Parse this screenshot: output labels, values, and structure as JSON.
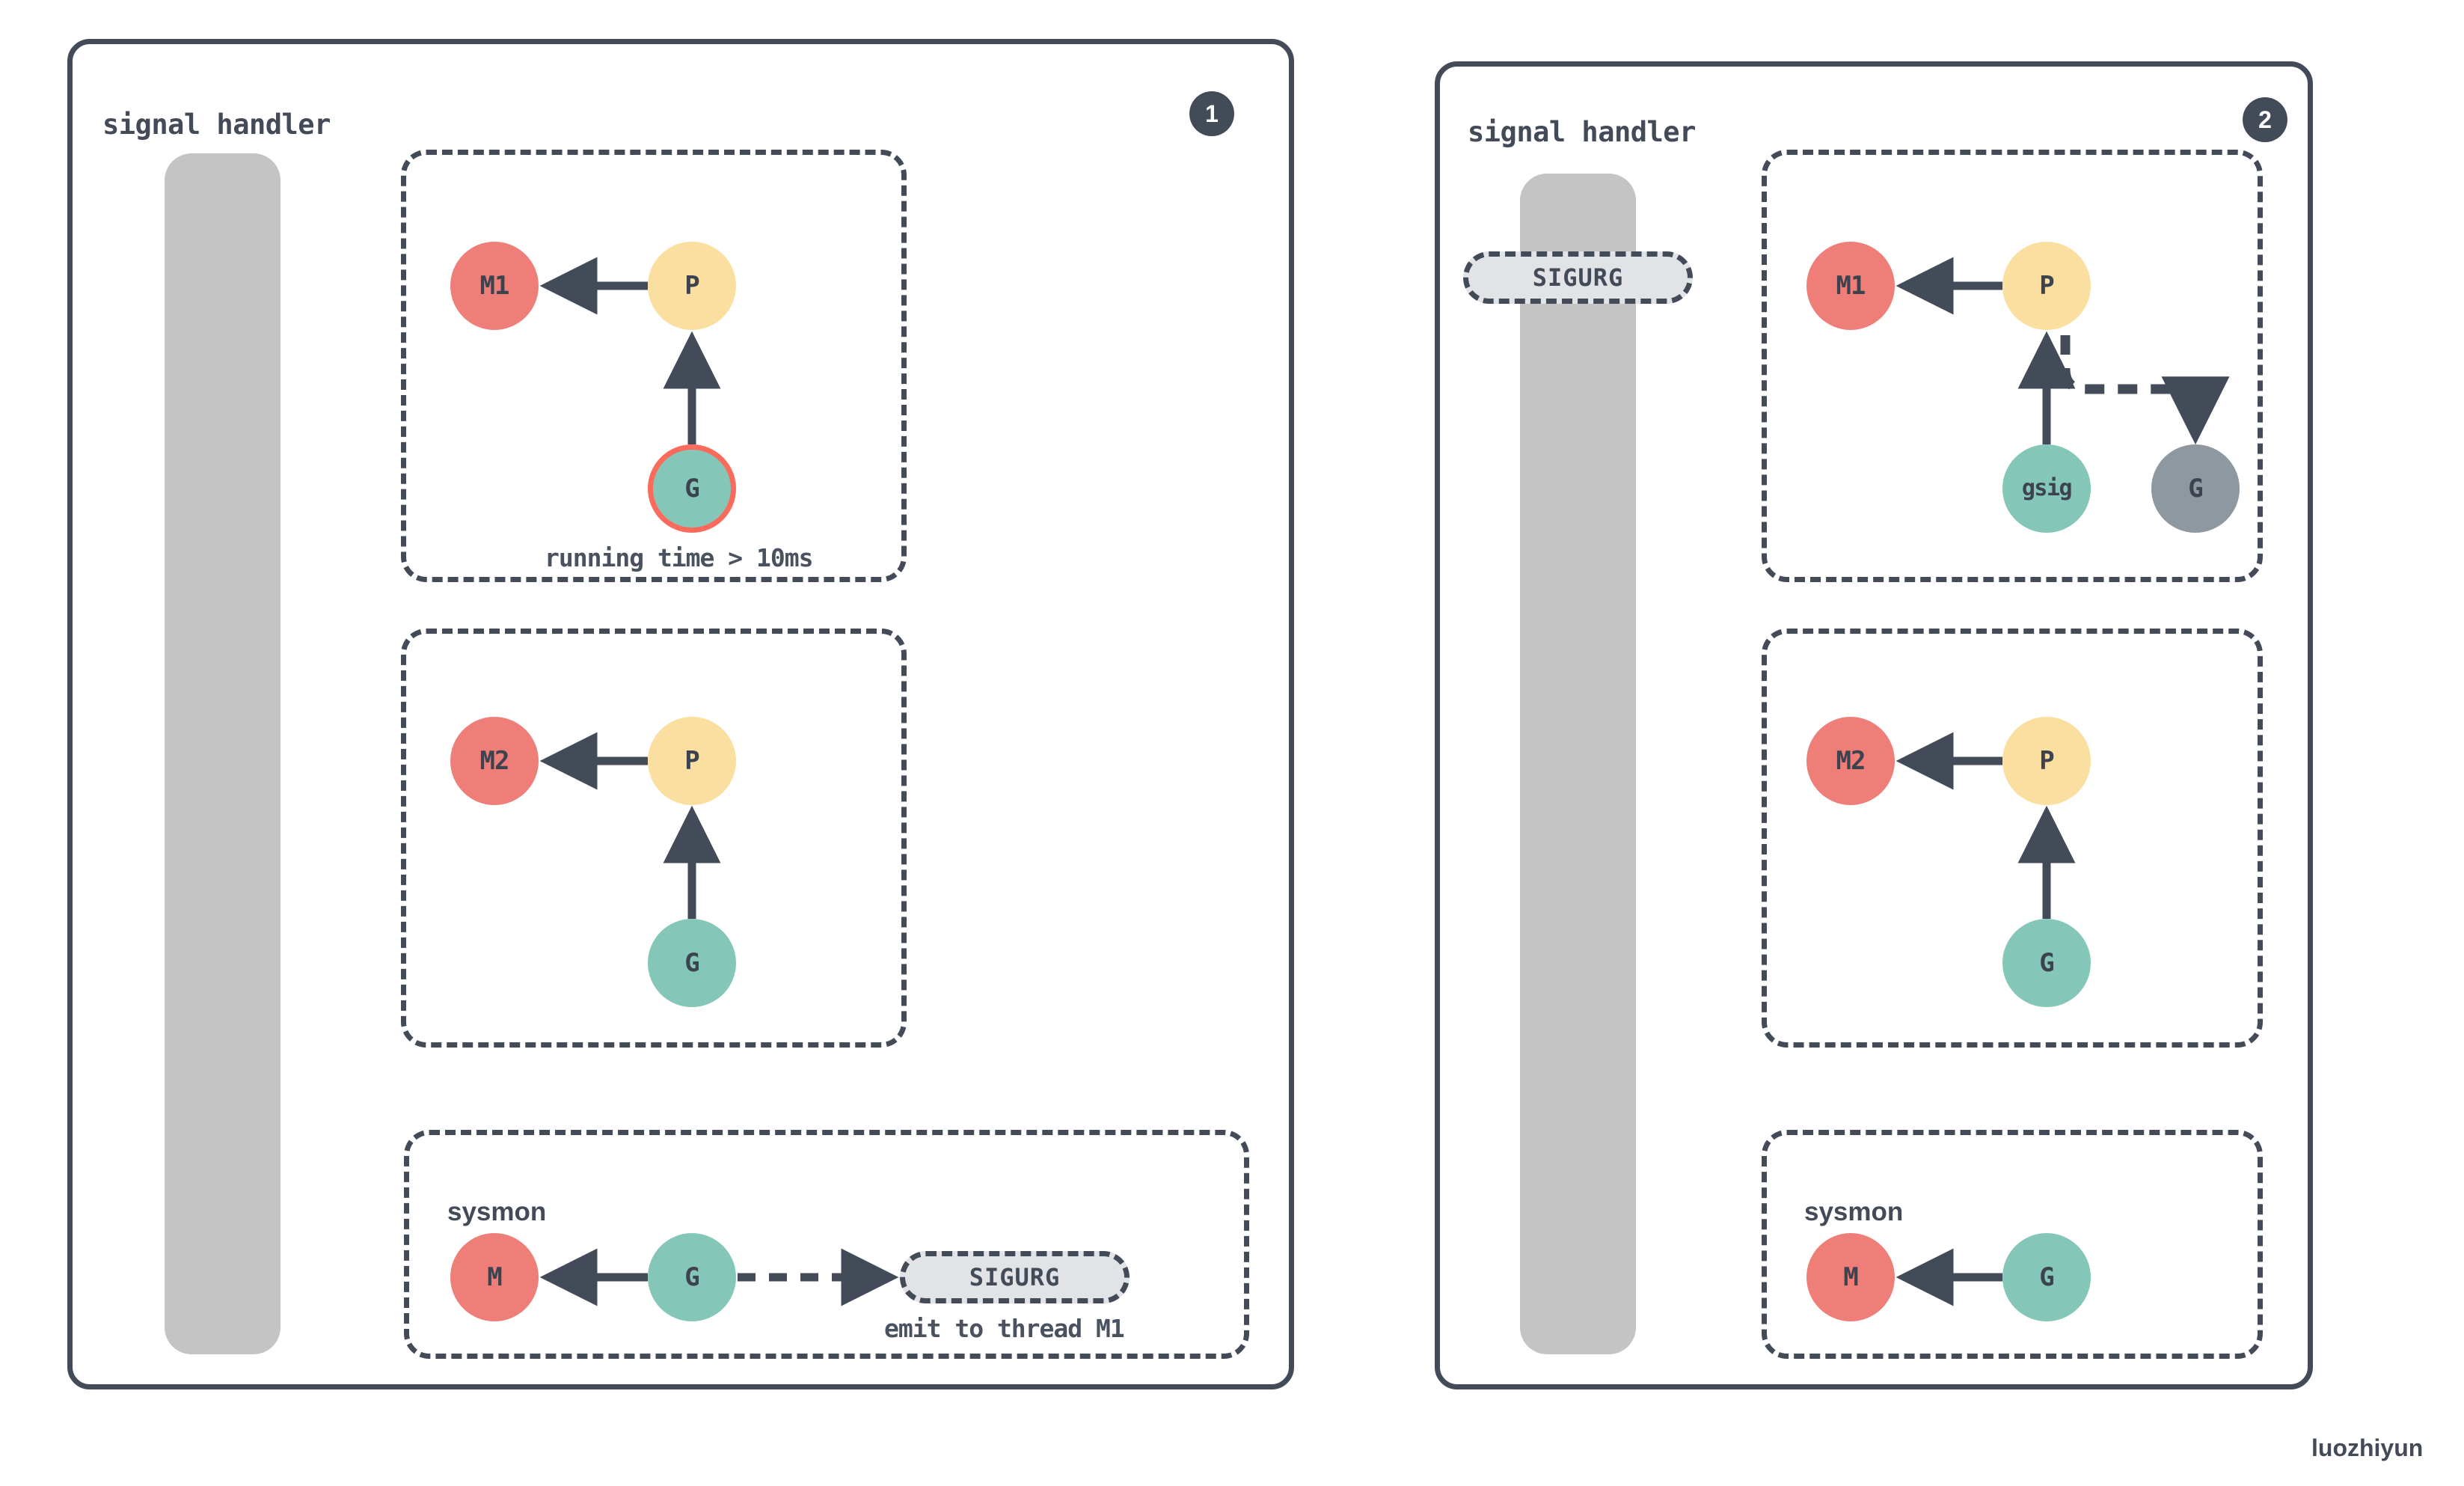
{
  "meta": {
    "watermark": "luozhiyun",
    "colors": {
      "outline": "#434B58",
      "m_node": "#EE7E77",
      "p_node": "#FBDFA0",
      "g_node": "#84C7B8",
      "g_inactive": "#8D98A0",
      "ring_highlight": "#FB6B5B",
      "handler_bar": "#C4C4C4",
      "pill_fill": "#E1E3E6",
      "background": "#FFFFFF"
    }
  },
  "panels": [
    {
      "badge": "1",
      "title": "signal handler",
      "groups": [
        {
          "id": "p1-top",
          "nodes": [
            {
              "label": "M1",
              "type": "m"
            },
            {
              "label": "P",
              "type": "p"
            },
            {
              "label": "G",
              "type": "g",
              "ringed": true
            }
          ],
          "caption": "running time > 10ms"
        },
        {
          "id": "p1-middle",
          "nodes": [
            {
              "label": "M2",
              "type": "m"
            },
            {
              "label": "P",
              "type": "p"
            },
            {
              "label": "G",
              "type": "g"
            }
          ],
          "caption": ""
        },
        {
          "id": "p1-sysmon",
          "group_label": "sysmon",
          "nodes": [
            {
              "label": "M",
              "type": "m"
            },
            {
              "label": "G",
              "type": "g"
            }
          ],
          "signal": "SIGURG",
          "caption": "emit to thread M1"
        }
      ]
    },
    {
      "badge": "2",
      "title": "signal handler",
      "handler_signal": "SIGURG",
      "groups": [
        {
          "id": "p2-top",
          "nodes": [
            {
              "label": "M1",
              "type": "m"
            },
            {
              "label": "P",
              "type": "p"
            },
            {
              "label": "gsig",
              "type": "g"
            },
            {
              "label": "G",
              "type": "g-inactive"
            }
          ],
          "caption": ""
        },
        {
          "id": "p2-middle",
          "nodes": [
            {
              "label": "M2",
              "type": "m"
            },
            {
              "label": "P",
              "type": "p"
            },
            {
              "label": "G",
              "type": "g"
            }
          ],
          "caption": ""
        },
        {
          "id": "p2-sysmon",
          "group_label": "sysmon",
          "nodes": [
            {
              "label": "M",
              "type": "m"
            },
            {
              "label": "G",
              "type": "g"
            }
          ],
          "caption": ""
        }
      ]
    }
  ]
}
